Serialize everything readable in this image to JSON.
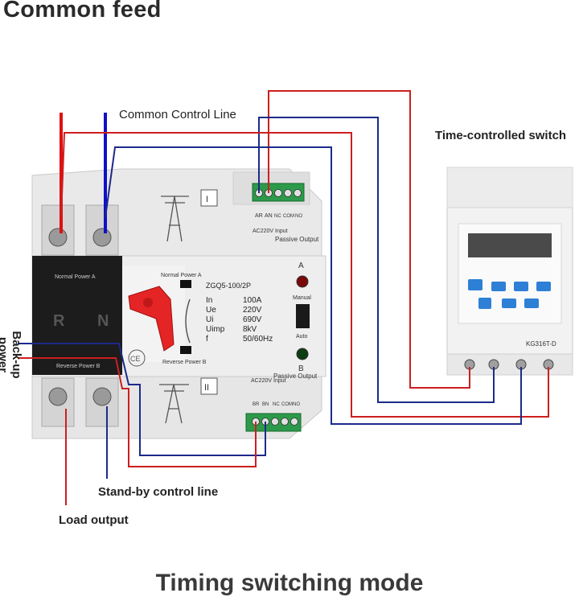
{
  "titles": {
    "top": "Common feed",
    "bottom": "Timing switching mode"
  },
  "labels": {
    "common_control_line": "Common Control Line",
    "time_controlled_switch": "Time-controlled switch",
    "back_up_power": "Back-up power",
    "stand_by_control_line": "Stand-by control line",
    "load_output": "Load output"
  },
  "ats": {
    "model": "ZGQ5-100/2P",
    "specs": [
      {
        "k": "In",
        "v": "100A"
      },
      {
        "k": "Ue",
        "v": "220V"
      },
      {
        "k": "Ui",
        "v": "690V"
      },
      {
        "k": "Uimp",
        "v": "8kV"
      },
      {
        "k": "f",
        "v": "50/60Hz"
      }
    ],
    "normal_power": "Normal Power A",
    "reverse_power": "Reverse Power B",
    "phase_r": "R",
    "phase_n": "N",
    "light_a": "A",
    "light_b": "B",
    "manual": "Manual",
    "auto": "Auto",
    "ce": "CE",
    "unit_i": "I",
    "unit_ii": "II",
    "top_terminals": {
      "ar": "AR",
      "an": "AN",
      "nc": "NC",
      "com": "COM",
      "no": "NO",
      "input": "AC220V Input",
      "output": "Passive Output"
    },
    "bottom_terminals": {
      "br": "BR",
      "bn": "BN",
      "nc": "NC",
      "com": "COM",
      "no": "NO",
      "input": "AC220V Input",
      "output": "Passive Output"
    }
  },
  "timer": {
    "model": "KG316T-D"
  },
  "colors": {
    "red_wire": "#cc1f1f",
    "blue_wire": "#1c2a8a",
    "thick_red": "#e01010",
    "thick_blue": "#1010c8"
  }
}
